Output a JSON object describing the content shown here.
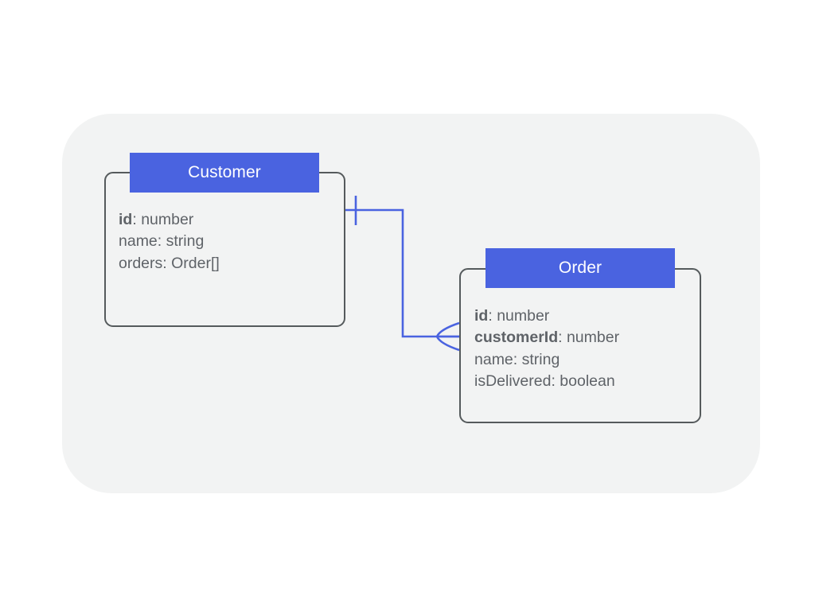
{
  "diagram": {
    "type": "entity-relationship-diagram",
    "notation": "crow's-foot",
    "panel_color": "#f2f3f3",
    "accent_color": "#4a63e0",
    "entity_border_color": "#555a5c",
    "text_color": "#5f6368",
    "entities": [
      {
        "id": "customer",
        "title": "Customer",
        "fields": [
          {
            "name": "id",
            "separator": ": ",
            "type": "number",
            "is_key": true
          },
          {
            "name": "name",
            "separator": ": ",
            "type": "string",
            "is_key": false
          },
          {
            "name": "orders",
            "separator": ": ",
            "type": "Order[]",
            "is_key": false
          }
        ]
      },
      {
        "id": "order",
        "title": "Order",
        "fields": [
          {
            "name": "id",
            "separator": ": ",
            "type": "number",
            "is_key": true
          },
          {
            "name": "customerId",
            "separator": ": ",
            "type": "number",
            "is_key": true
          },
          {
            "name": "name",
            "separator": ": ",
            "type": "string",
            "is_key": false
          },
          {
            "name": "isDelivered",
            "separator": ": ",
            "type": "boolean",
            "is_key": false
          }
        ]
      }
    ],
    "relationship": {
      "from": "customer",
      "to": "order",
      "from_cardinality": "one",
      "to_cardinality": "many",
      "line_color": "#4a63e0"
    }
  }
}
